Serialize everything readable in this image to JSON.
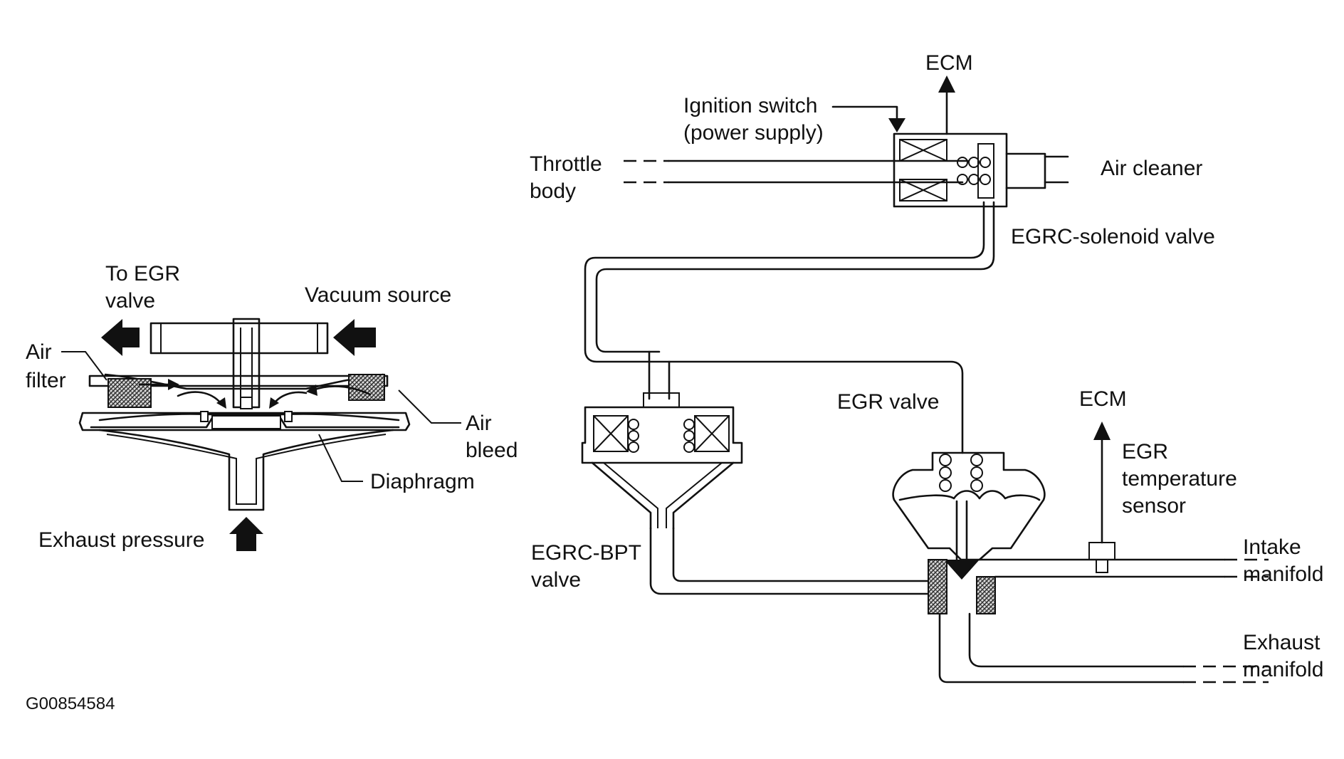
{
  "left_diagram": {
    "to_egr_valve": [
      "To EGR",
      "valve"
    ],
    "vacuum_source": "Vacuum source",
    "air_filter": [
      "Air",
      "filter"
    ],
    "air_bleed": [
      "Air",
      "bleed"
    ],
    "diaphragm": "Diaphragm",
    "exhaust_pressure": "Exhaust pressure"
  },
  "right_diagram": {
    "ecm_top": "ECM",
    "ignition_switch": [
      "Ignition switch",
      "(power supply)"
    ],
    "throttle_body": [
      "Throttle",
      "body"
    ],
    "air_cleaner": "Air cleaner",
    "egrc_solenoid_valve": "EGRC-solenoid valve",
    "egr_valve": "EGR valve",
    "ecm_right": "ECM",
    "egr_temperature_sensor": [
      "EGR",
      "temperature",
      "sensor"
    ],
    "egrc_bpt_valve": [
      "EGRC-BPT",
      "valve"
    ],
    "intake_manifold": [
      "Intake",
      "manifold"
    ],
    "exhaust_manifold": [
      "Exhaust",
      "manifold"
    ]
  },
  "figure_id": "G00854584"
}
